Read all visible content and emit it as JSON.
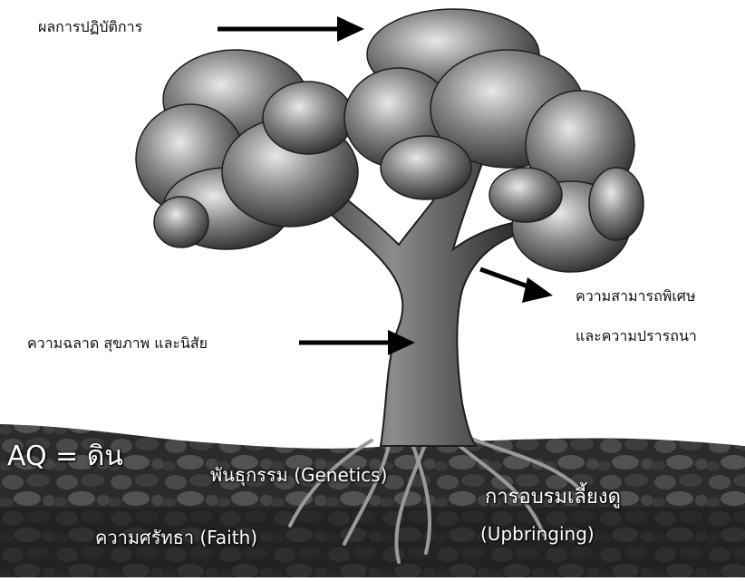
{
  "labels": {
    "fruit": "ผลการปฏิบัติการ",
    "ability_line1": "ความสามารถพิเศษ",
    "ability_line2": "และความปรารถนา",
    "trunk": "ความฉลาด  สุขภาพ และนิสัย"
  },
  "soil": {
    "title": "AQ = ดิน",
    "genetics": "พันธุกรรม (Genetics)",
    "upbringing_th": "การอบรมเลี้ยงดู",
    "upbringing_en": "(Upbringing)",
    "faith": "ความศรัทธา  (Faith)"
  },
  "colors": {
    "soil": "#262626",
    "trunk": "#4a4a4a",
    "foliage": "#5c5c5c",
    "text": "#111111"
  }
}
